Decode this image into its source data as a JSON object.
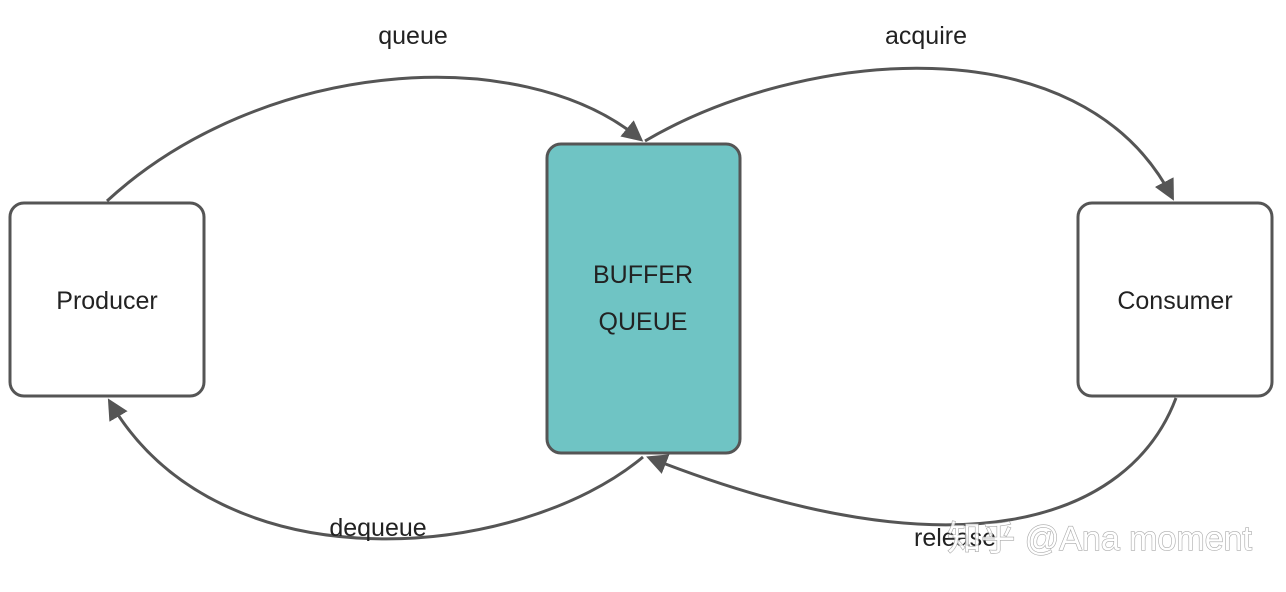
{
  "nodes": {
    "producer": {
      "label": "Producer"
    },
    "buffer_queue": {
      "label_line1": "BUFFER",
      "label_line2": "QUEUE"
    },
    "consumer": {
      "label": "Consumer"
    }
  },
  "edges": {
    "queue": {
      "label": "queue"
    },
    "acquire": {
      "label": "acquire"
    },
    "dequeue": {
      "label": "dequeue"
    },
    "release": {
      "label": "release"
    }
  },
  "watermark": {
    "text": "知乎 @Ana moment"
  },
  "colors": {
    "buffer_fill": "#6fc4c4",
    "stroke": "#555555",
    "box_fill": "#ffffff",
    "text": "#222222"
  }
}
